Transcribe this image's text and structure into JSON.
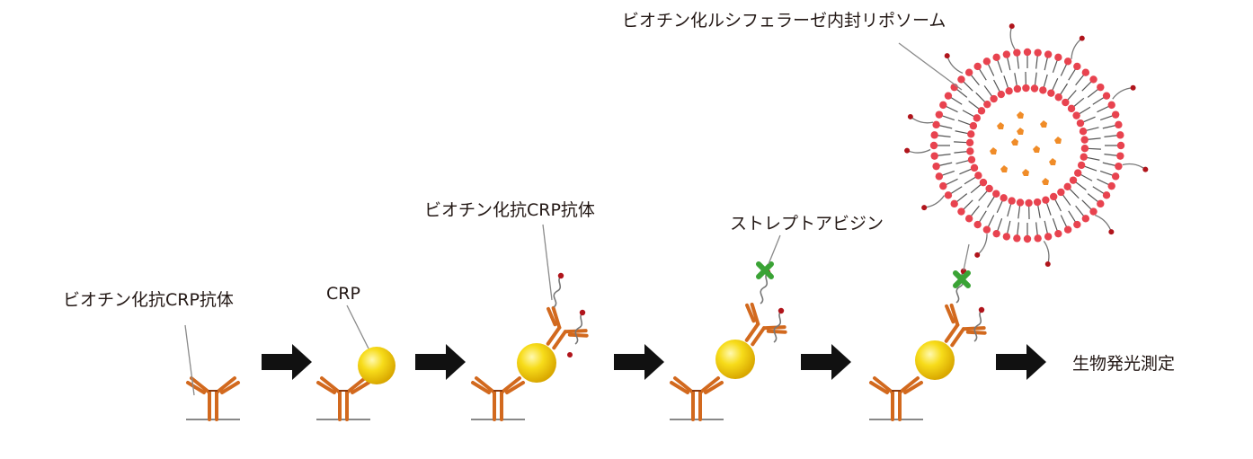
{
  "labels": {
    "antibody_1": "ビオチン化抗CRP抗体",
    "crp": "CRP",
    "antibody_2": "ビオチン化抗CRP抗体",
    "streptavidin": "ストレプトアビジン",
    "liposome": "ビオチン化ルシフェラーゼ内封リポソーム",
    "result": "生物発光測定"
  },
  "colors": {
    "antibody": "#d2691e",
    "antibody_dark": "#8b3a0e",
    "crp": "#f5d300",
    "streptavidin": "#3aa335",
    "biotin": "#b0141b",
    "lipid_head": "#e8434f",
    "lipid_tail": "#555555",
    "luciferase": "#f08c28",
    "arrow": "#111111"
  },
  "icons": {
    "arrow": "arrow-right-icon",
    "antibody": "antibody-icon",
    "crp": "crp-sphere-icon",
    "streptavidin": "streptavidin-x-icon",
    "liposome": "liposome-icon"
  }
}
